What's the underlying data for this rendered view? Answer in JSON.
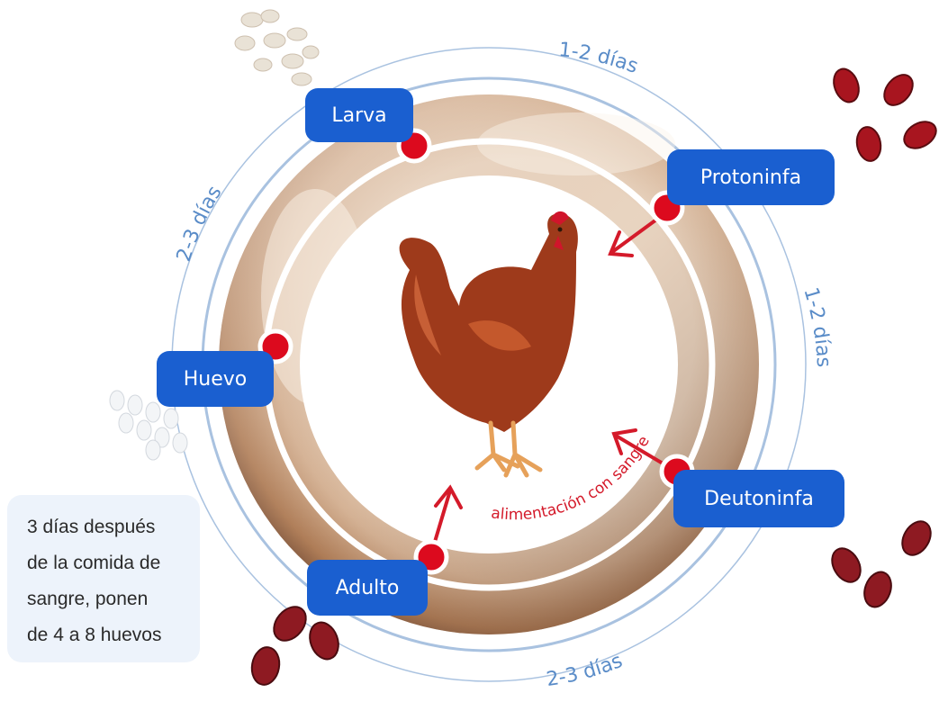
{
  "stages": {
    "larva": "Larva",
    "protoninfa": "Protoninfa",
    "huevo": "Huevo",
    "deutoninfa": "Deutoninfa",
    "adulto": "Adulto"
  },
  "durations": {
    "top": "1-2 días",
    "right": "1-2 días",
    "left": "2-3 días",
    "bottom": "2-3 días"
  },
  "feeding_label": "alimentación con sangre",
  "note": {
    "line1": "3 días después",
    "line2": "de la comida de",
    "line3": "sangre, ponen",
    "line4": "de 4 a 8 huevos"
  },
  "colors": {
    "stage_box": "#1a5fd0",
    "marker": "#dc0a1e",
    "duration_text": "#5a8cc8",
    "outer_ring": "#a9c2e0",
    "arrow": "#d41a2a"
  },
  "icons": [
    "hen-icon",
    "mite-icon",
    "egg-cluster-icon",
    "larva-cluster-icon"
  ]
}
